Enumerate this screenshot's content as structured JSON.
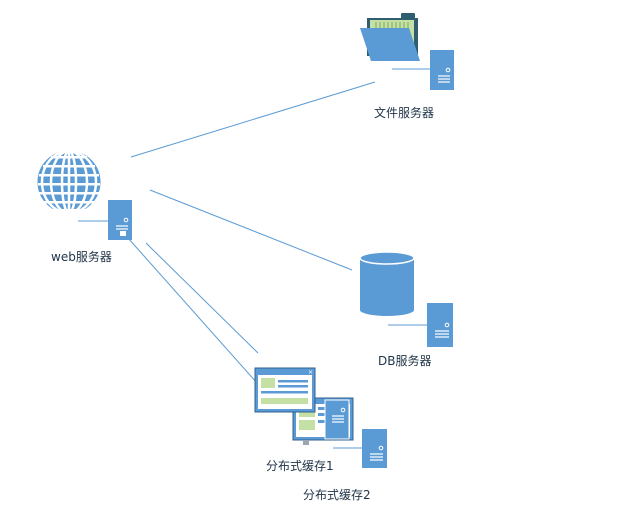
{
  "colors": {
    "primary_blue": "#5b9bd5",
    "light_blue": "#dbe9f7",
    "green": "#c5e0a5",
    "dark_outline": "#2f5f8f",
    "connector_line": "#5b9bd5",
    "folder_dark": "#2f5f6f",
    "text": "#1f3347"
  },
  "nodes": {
    "web_server": {
      "label": "web服务器",
      "icons": [
        "globe-icon",
        "server-tower-icon"
      ]
    },
    "file_server": {
      "label": "文件服务器",
      "icons": [
        "folder-icon",
        "server-tower-icon"
      ]
    },
    "db_server": {
      "label": "DB服务器",
      "icons": [
        "database-cylinder-icon",
        "server-tower-icon"
      ]
    },
    "cache_1": {
      "label": "分布式缓存1",
      "icons": [
        "cache-window-icon",
        "server-tower-icon"
      ]
    },
    "cache_2": {
      "label": "分布式缓存2",
      "icons": [
        "cache-window-icon",
        "server-tower-icon"
      ]
    }
  }
}
